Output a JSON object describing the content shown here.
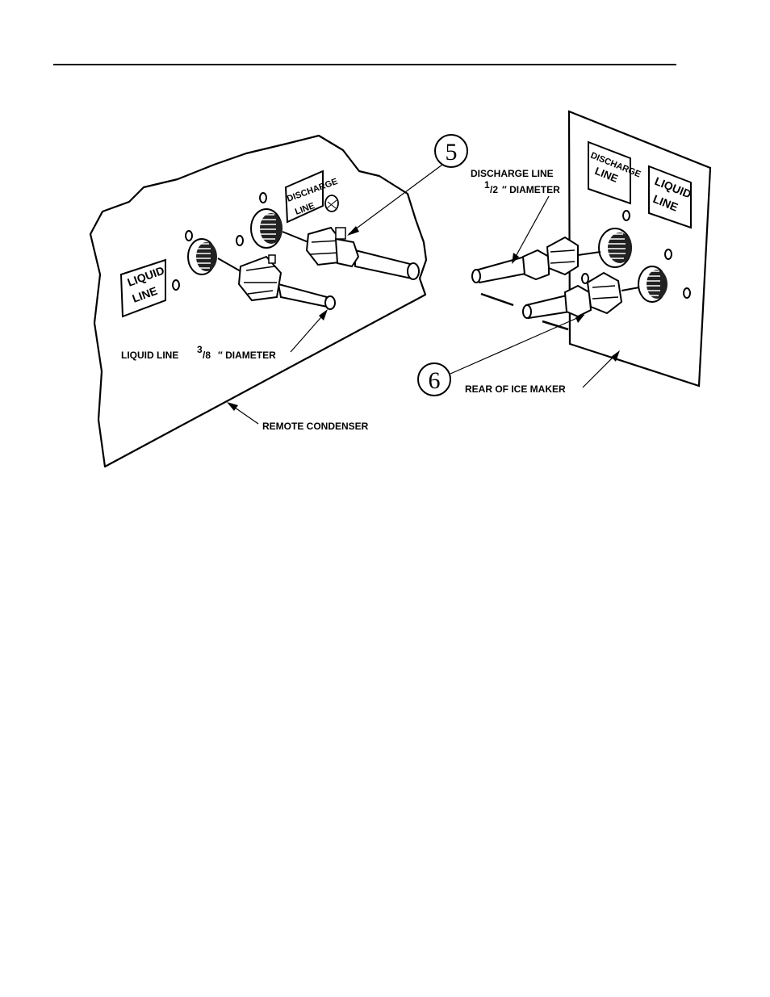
{
  "figure": {
    "callouts": {
      "five": "5",
      "six": "6"
    },
    "left_panel": {
      "label_liquid_line": [
        "LIQUID",
        "LINE"
      ],
      "label_discharge_line": [
        "DISCHARGE",
        "LINE"
      ]
    },
    "right_panel": {
      "label_discharge_line": [
        "DISCHARGE",
        "LINE"
      ],
      "label_liquid_line": [
        "LIQUID",
        "LINE"
      ]
    },
    "annotations": {
      "discharge_line": "DISCHARGE LINE",
      "discharge_diameter_num": "1",
      "discharge_diameter_den": "/2",
      "discharge_diameter_text": "″ DIAMETER",
      "liquid_line_prefix": "LIQUID LINE",
      "liquid_diameter_num": "3",
      "liquid_diameter_den": "/8",
      "liquid_diameter_text": "″ DIAMETER",
      "remote_condenser": "REMOTE CONDENSER",
      "rear_of_ice_maker": "REAR OF ICE MAKER"
    }
  }
}
